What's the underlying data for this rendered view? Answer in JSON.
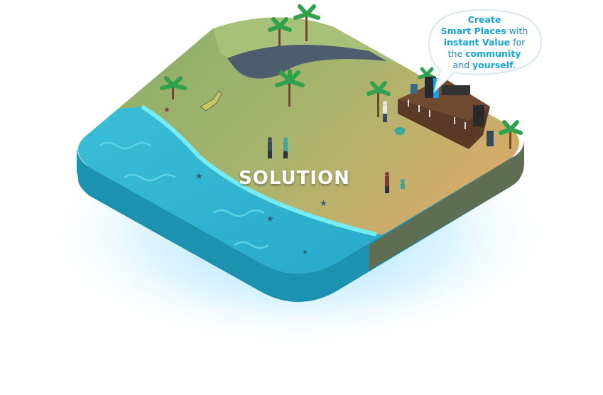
{
  "label": "SOLUTION",
  "bubble": {
    "w1": "Create",
    "w2": "Smart Places",
    "w3": " with",
    "w4": "instant Value",
    "w5": " for",
    "w6": "the ",
    "w7": "community",
    "w8": "and ",
    "w9": "yourself",
    "w10": "."
  },
  "colors": {
    "grass": "#8fb26b",
    "sand": "#d9a86a",
    "water": "#2fb6d2",
    "water_edge": "#6ee6f0",
    "road": "#4f5f6e",
    "glow": "#7fd3ff",
    "text_blue": "#1e88c9"
  },
  "icons": [
    "palm-tree-icon",
    "lounge-chair-icon",
    "dj-stage-icon",
    "speaker-icon",
    "trash-bin-icon",
    "starfish-icon",
    "person-icon"
  ]
}
